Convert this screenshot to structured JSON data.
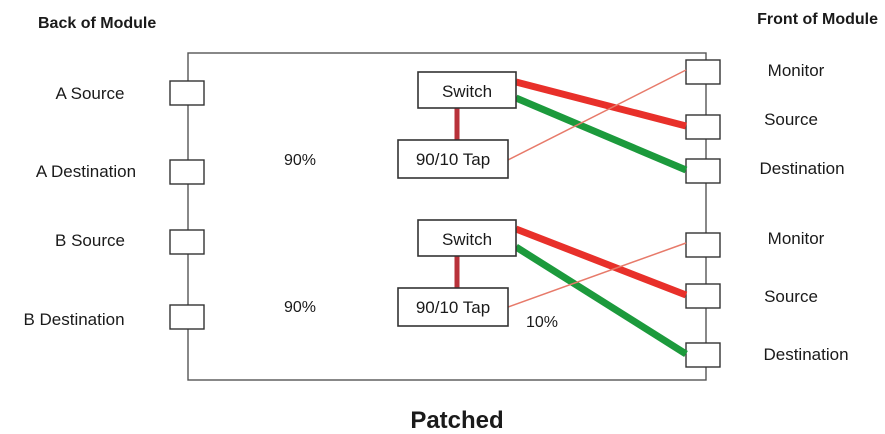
{
  "headers": {
    "back": "Back of Module",
    "front": "Front of Module"
  },
  "back_ports": {
    "a_source": "A Source",
    "a_destination": "A Destination",
    "b_source": "B Source",
    "b_destination": "B Destination"
  },
  "front_ports": {
    "a_monitor": "Monitor",
    "a_source": "Source",
    "a_destination": "Destination",
    "b_monitor": "Monitor",
    "b_source": "Source",
    "b_destination": "Destination"
  },
  "components": {
    "switch_a": "Switch",
    "tap_a": "90/10 Tap",
    "switch_b": "Switch",
    "tap_b": "90/10 Tap"
  },
  "percentages": {
    "a_90": "90%",
    "b_90": "90%",
    "b_10": "10%"
  },
  "title": "Patched",
  "colors": {
    "green": "#1c9a3c",
    "red": "#e8302a",
    "thin_red": "#e77a6a",
    "outline": "#444444"
  }
}
